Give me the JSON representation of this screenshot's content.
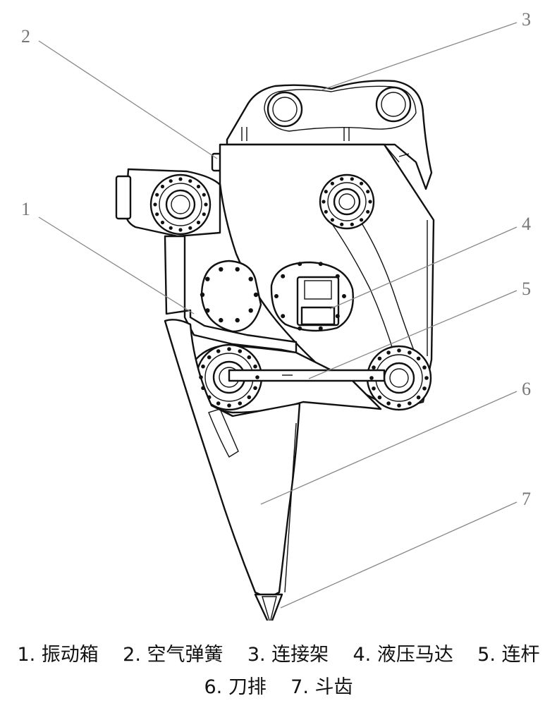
{
  "callouts": [
    {
      "number": "1"
    },
    {
      "number": "2"
    },
    {
      "number": "3"
    },
    {
      "number": "4"
    },
    {
      "number": "5"
    },
    {
      "number": "6"
    },
    {
      "number": "7"
    }
  ],
  "caption": {
    "line1": "1. 振动箱    2. 空气弹簧    3. 连接架    4. 液压马达    5. 连杆",
    "line2": "6. 刀排    7. 斗齿"
  }
}
